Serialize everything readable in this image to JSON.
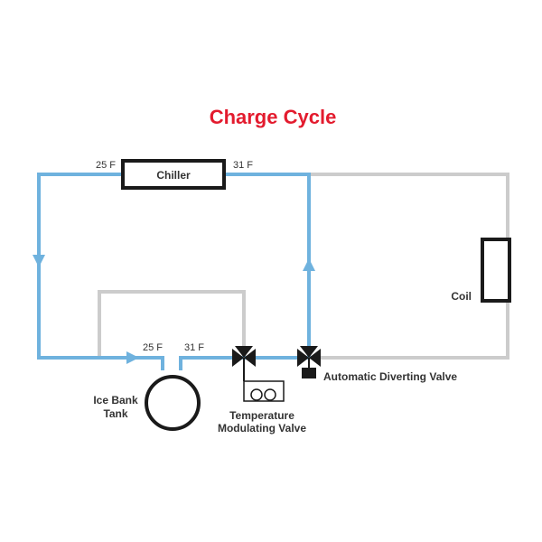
{
  "title": "Charge Cycle",
  "labels": {
    "chiller": "Chiller",
    "coil": "Coil",
    "chiller_in_temp": "25 F",
    "chiller_out_temp": "31 F",
    "tank_in_temp": "25 F",
    "tank_out_temp": "31 F",
    "ice_bank_tank_line1": "Ice Bank",
    "ice_bank_tank_line2": "Tank",
    "tmv_line1": "Temperature",
    "tmv_line2": "Modulating Valve",
    "adv": "Automatic Diverting Valve"
  },
  "colors": {
    "title": "#e31b2e",
    "active_pipe": "#6fb2de",
    "inactive_pipe": "#cccccc",
    "component": "#1a1a1a"
  }
}
